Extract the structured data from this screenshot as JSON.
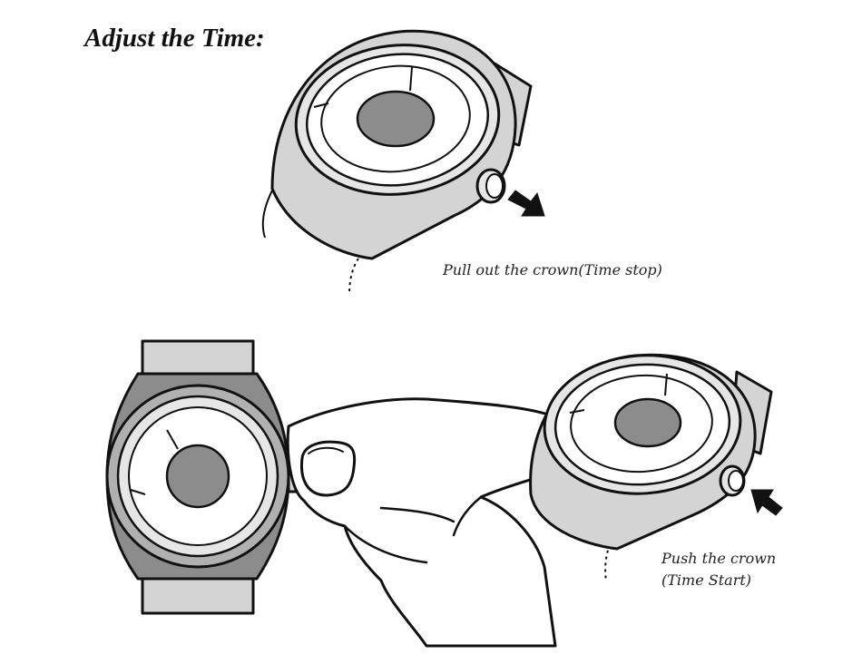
{
  "title": "Adjust the Time:",
  "steps": [
    {
      "caption": "Pull out the crown(Time stop)"
    },
    {
      "caption_line1": "Push the crown",
      "caption_line2": "(Time Start)"
    }
  ],
  "colors": {
    "ink": "#111111",
    "case_grey": "#d4d4d4",
    "bezel_grey": "#8c8c8c",
    "center_disc": "#8c8c8c",
    "dial": "#ffffff"
  },
  "icons": [
    "arrow-pull-icon",
    "arrow-push-icon",
    "watch-crown-icon",
    "hand-icon"
  ]
}
